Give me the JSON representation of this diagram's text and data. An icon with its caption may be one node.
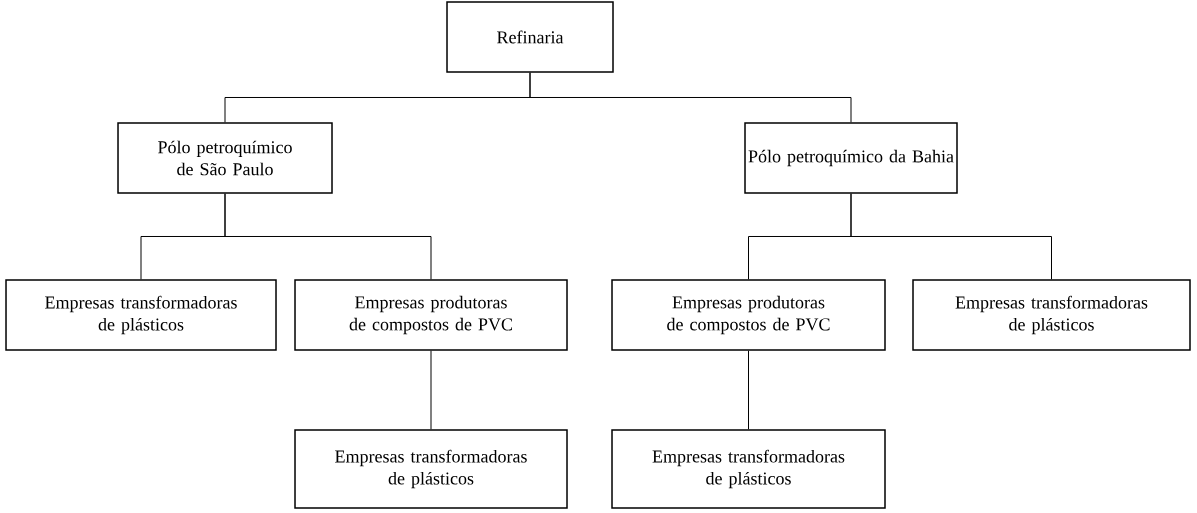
{
  "diagram": {
    "nodes": [
      {
        "text": [
          "Refinaria"
        ]
      },
      {
        "text": [
          "Pólo petroquímico de São Paulo"
        ]
      },
      {
        "text": [
          "Pólo petroquímico da Bahia"
        ]
      },
      {
        "text": [
          "Empresas transformadoras de plásticos"
        ]
      },
      {
        "text": [
          "Empresas produtoras de compostos de PVC"
        ]
      },
      {
        "text": [
          "Empresas produtoras de compostos de PVC"
        ]
      },
      {
        "text": [
          "Empresas transformadoras de plásticos"
        ]
      },
      {
        "text": [
          "Empresas transformadoras de plásticos"
        ]
      },
      {
        "text": [
          "Empresas transformadoras de plásticos"
        ]
      }
    ],
    "edges": [
      {
        "from": 0,
        "to": 1,
        "arrow": "none"
      },
      {
        "from": 0,
        "to": 2,
        "arrow": "none"
      },
      {
        "from": 1,
        "to": 3,
        "arrow": "none"
      },
      {
        "from": 1,
        "to": 4,
        "arrow": "none"
      },
      {
        "from": 2,
        "to": 5,
        "arrow": "none"
      },
      {
        "from": 2,
        "to": 6,
        "arrow": "none"
      },
      {
        "from": 4,
        "to": 7,
        "arrow": "none"
      },
      {
        "from": 5,
        "to": 8,
        "arrow": "none"
      }
    ]
  }
}
